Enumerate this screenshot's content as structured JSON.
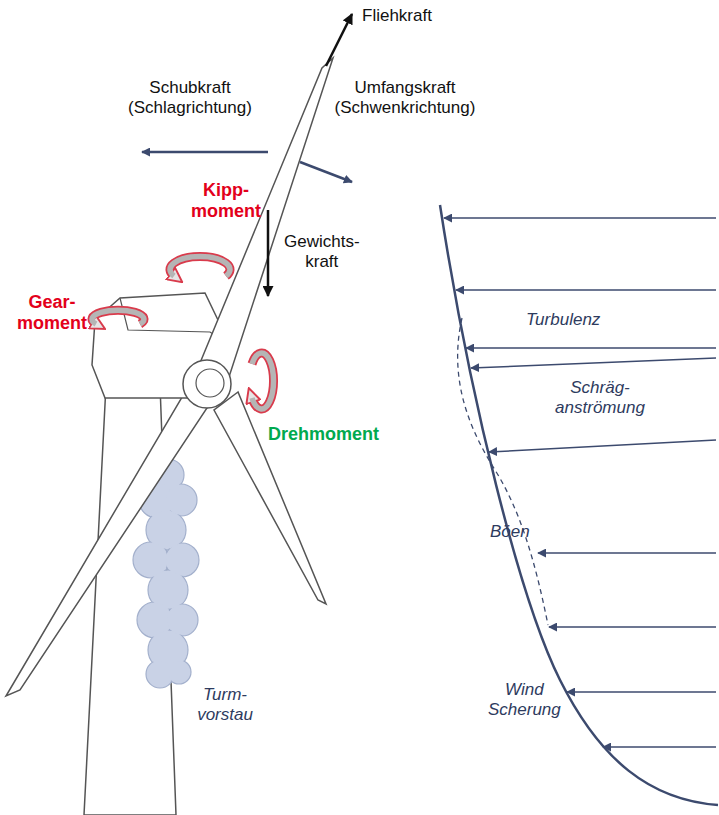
{
  "diagram": {
    "labels": [
      "Fliehkraft",
      "Schubkraft (Schlagrichtung)",
      "Umfangskraft (Schwenkrichtung)",
      "Kipp- moment",
      "Gewichts- kraft",
      "Gear- moment",
      "Drehmoment",
      "Turbulenz",
      "Schräg- anströmung",
      "Böen",
      "Turm- vorstau",
      "Wind Scherung"
    ]
  }
}
